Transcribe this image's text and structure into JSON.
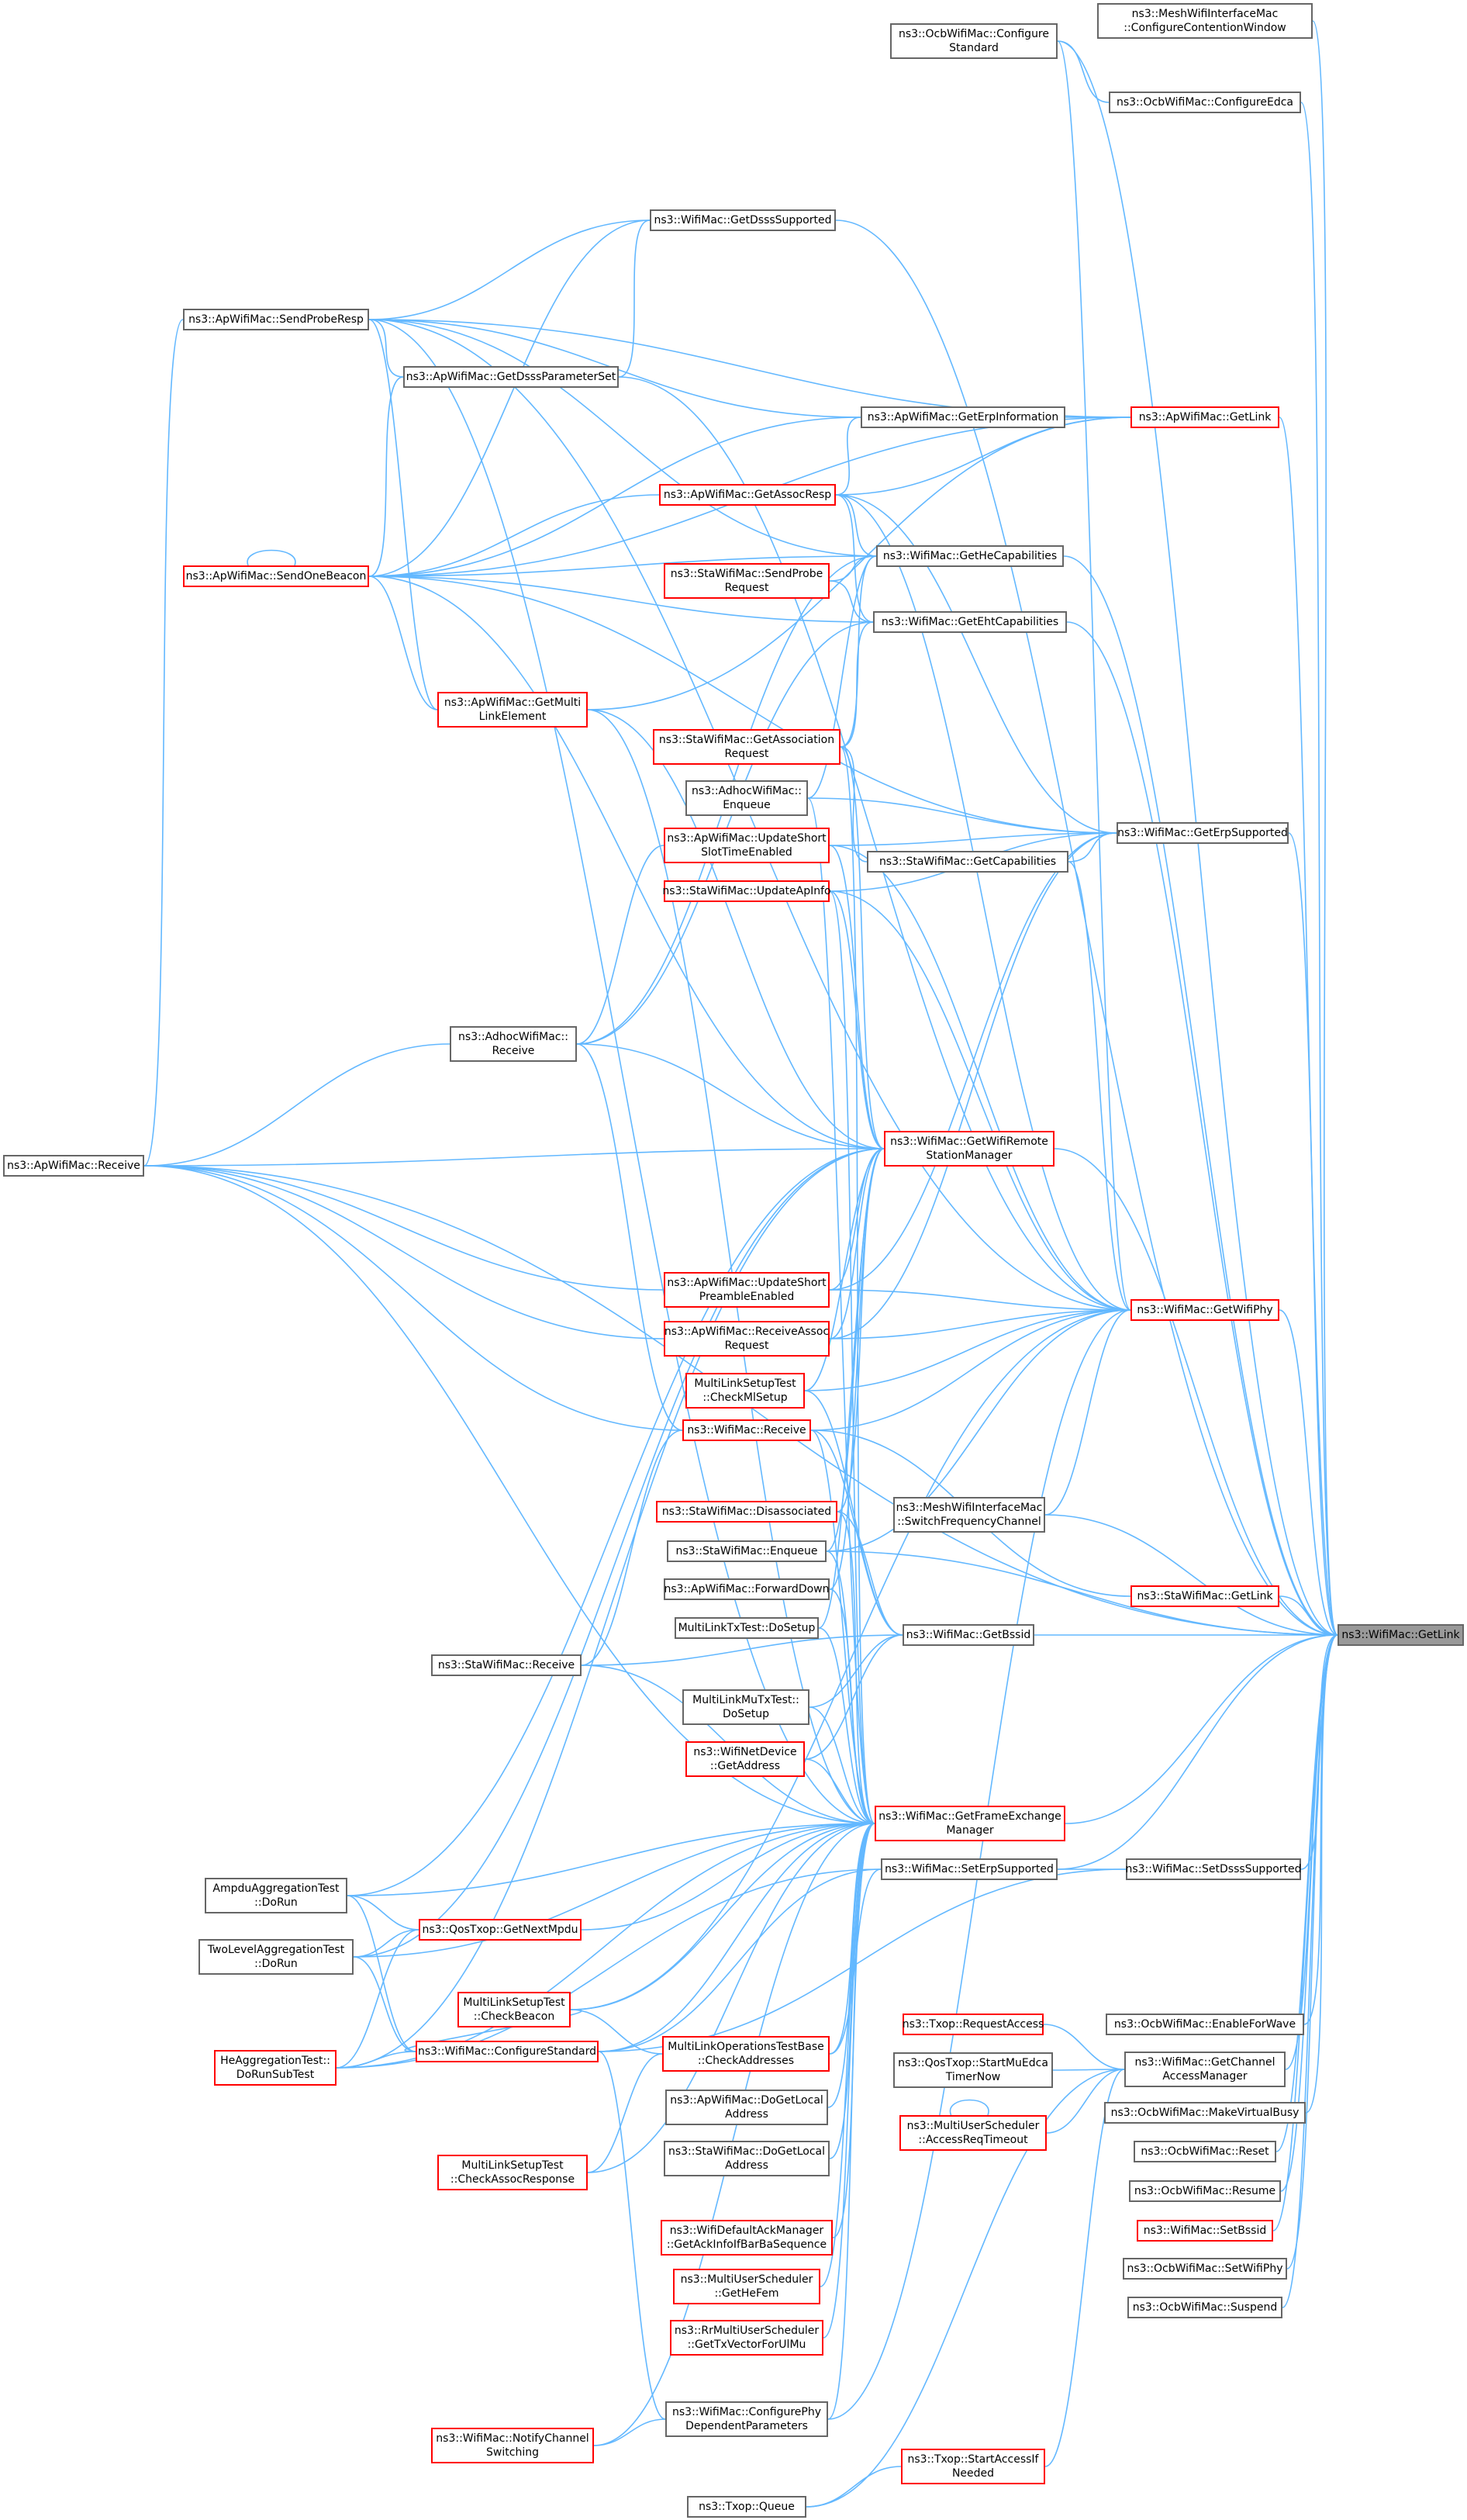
{
  "graph": {
    "edge_color": "#63b8ff",
    "focus_color": "#999999",
    "highlight_border_color": "#ff0000",
    "normal_border_color": "#666666",
    "nodes": {
      "getlink": {
        "label": "ns3::WifiMac::GetLink",
        "style": "focus"
      },
      "mesh_configurecw": {
        "label": "ns3::MeshWifiInterfaceMac\n::ConfigureContentionWindow",
        "style": "normal"
      },
      "ocb_configurestandard": {
        "label": "ns3::OcbWifiMac::Configure\nStandard",
        "style": "normal"
      },
      "ocb_configureedca": {
        "label": "ns3::OcbWifiMac::ConfigureEdca",
        "style": "normal"
      },
      "getdsss": {
        "label": "ns3::WifiMac::GetDsssSupported",
        "style": "normal"
      },
      "sendproberesp": {
        "label": "ns3::ApWifiMac::SendProbeResp",
        "style": "normal"
      },
      "getdssspar": {
        "label": "ns3::ApWifiMac::GetDsssParameterSet",
        "style": "normal"
      },
      "geterpinfo": {
        "label": "ns3::ApWifiMac::GetErpInformation",
        "style": "normal"
      },
      "ap_getlink": {
        "label": "ns3::ApWifiMac::GetLink",
        "style": "highlight"
      },
      "getassocresp": {
        "label": "ns3::ApWifiMac::GetAssocResp",
        "style": "highlight"
      },
      "sendonebeacon": {
        "label": "ns3::ApWifiMac::SendOneBeacon",
        "style": "highlight"
      },
      "sendprobereq": {
        "label": "ns3::StaWifiMac::SendProbe\nRequest",
        "style": "highlight"
      },
      "gethecap": {
        "label": "ns3::WifiMac::GetHeCapabilities",
        "style": "normal"
      },
      "getehtcap": {
        "label": "ns3::WifiMac::GetEhtCapabilities",
        "style": "normal"
      },
      "getmultilink": {
        "label": "ns3::ApWifiMac::GetMulti\nLinkElement",
        "style": "highlight"
      },
      "getassocreq": {
        "label": "ns3::StaWifiMac::GetAssociation\nRequest",
        "style": "highlight"
      },
      "adhoc_enqueue": {
        "label": "ns3::AdhocWifiMac::\nEnqueue",
        "style": "normal"
      },
      "updateshortslot": {
        "label": "ns3::ApWifiMac::UpdateShort\nSlotTimeEnabled",
        "style": "highlight"
      },
      "geterpsupported": {
        "label": "ns3::WifiMac::GetErpSupported",
        "style": "normal"
      },
      "sta_getcap": {
        "label": "ns3::StaWifiMac::GetCapabilities",
        "style": "normal"
      },
      "updateapinfo": {
        "label": "ns3::StaWifiMac::UpdateApInfo",
        "style": "highlight"
      },
      "adhoc_receive": {
        "label": "ns3::AdhocWifiMac::\nReceive",
        "style": "normal"
      },
      "ap_receive": {
        "label": "ns3::ApWifiMac::Receive",
        "style": "normal"
      },
      "getwrsm": {
        "label": "ns3::WifiMac::GetWifiRemote\nStationManager",
        "style": "highlight"
      },
      "updateshortpre": {
        "label": "ns3::ApWifiMac::UpdateShort\nPreambleEnabled",
        "style": "highlight"
      },
      "getwifiphy": {
        "label": "ns3::WifiMac::GetWifiPhy",
        "style": "highlight"
      },
      "receiveassoc": {
        "label": "ns3::ApWifiMac::ReceiveAssoc\nRequest",
        "style": "highlight"
      },
      "checkmlsetup": {
        "label": "MultiLinkSetupTest\n::CheckMlSetup",
        "style": "highlight"
      },
      "wifimac_receive": {
        "label": "ns3::WifiMac::Receive",
        "style": "highlight"
      },
      "mesh_switchfreq": {
        "label": "ns3::MeshWifiInterfaceMac\n::SwitchFrequencyChannel",
        "style": "normal"
      },
      "sta_disassociated": {
        "label": "ns3::StaWifiMac::Disassociated",
        "style": "highlight"
      },
      "sta_enqueue": {
        "label": "ns3::StaWifiMac::Enqueue",
        "style": "normal"
      },
      "ap_forwarddown": {
        "label": "ns3::ApWifiMac::ForwardDown",
        "style": "normal"
      },
      "sta_getlink": {
        "label": "ns3::StaWifiMac::GetLink",
        "style": "highlight"
      },
      "mltx_dosetup": {
        "label": "MultiLinkTxTest::DoSetup",
        "style": "normal"
      },
      "getbssid": {
        "label": "ns3::WifiMac::GetBssid",
        "style": "normal"
      },
      "sta_receive": {
        "label": "ns3::StaWifiMac::Receive",
        "style": "normal"
      },
      "mlmutx_dosetup": {
        "label": "MultiLinkMuTxTest::\nDoSetup",
        "style": "normal"
      },
      "netdev_getaddress": {
        "label": "ns3::WifiNetDevice\n::GetAddress",
        "style": "highlight"
      },
      "getfem": {
        "label": "ns3::WifiMac::GetFrameExchange\nManager",
        "style": "highlight"
      },
      "ampdu_dorun": {
        "label": "AmpduAggregationTest\n::DoRun",
        "style": "normal"
      },
      "seterpsupported": {
        "label": "ns3::WifiMac::SetErpSupported",
        "style": "normal"
      },
      "setdsss": {
        "label": "ns3::WifiMac::SetDsssSupported",
        "style": "normal"
      },
      "twolevel_dorun": {
        "label": "TwoLevelAggregationTest\n::DoRun",
        "style": "normal"
      },
      "qostxop_getnextmpdu": {
        "label": "ns3::QosTxop::GetNextMpdu",
        "style": "highlight"
      },
      "checkbeacon": {
        "label": "MultiLinkSetupTest\n::CheckBeacon",
        "style": "highlight"
      },
      "heagg": {
        "label": "HeAggregationTest::\nDoRunSubTest",
        "style": "highlight"
      },
      "configurestandard": {
        "label": "ns3::WifiMac::ConfigureStandard",
        "style": "highlight"
      },
      "checkaddresses": {
        "label": "MultiLinkOperationsTestBase\n::CheckAddresses",
        "style": "highlight"
      },
      "txop_requestaccess": {
        "label": "ns3::Txop::RequestAccess",
        "style": "highlight"
      },
      "ocb_enableforwave": {
        "label": "ns3::OcbWifiMac::EnableForWave",
        "style": "normal"
      },
      "getcam": {
        "label": "ns3::WifiMac::GetChannel\nAccessManager",
        "style": "normal"
      },
      "qostxop_startmuedca": {
        "label": "ns3::QosTxop::StartMuEdca\nTimerNow",
        "style": "normal"
      },
      "ocb_makevirtualbusy": {
        "label": "ns3::OcbWifiMac::MakeVirtualBusy",
        "style": "normal"
      },
      "ap_dogetlocal": {
        "label": "ns3::ApWifiMac::DoGetLocal\nAddress",
        "style": "normal"
      },
      "mus_accessreqtimeout": {
        "label": "ns3::MultiUserScheduler\n::AccessReqTimeout",
        "style": "highlight"
      },
      "ocb_reset": {
        "label": "ns3::OcbWifiMac::Reset",
        "style": "normal"
      },
      "checkassocresp": {
        "label": "MultiLinkSetupTest\n::CheckAssocResponse",
        "style": "highlight"
      },
      "sta_dogetlocal": {
        "label": "ns3::StaWifiMac::DoGetLocal\nAddress",
        "style": "normal"
      },
      "ocb_resume": {
        "label": "ns3::OcbWifiMac::Resume",
        "style": "normal"
      },
      "setbssid": {
        "label": "ns3::WifiMac::SetBssid",
        "style": "highlight"
      },
      "getackinfo": {
        "label": "ns3::WifiDefaultAckManager\n::GetAckInfoIfBarBaSequence",
        "style": "highlight"
      },
      "ocb_setwifiphy": {
        "label": "ns3::OcbWifiMac::SetWifiPhy",
        "style": "normal"
      },
      "mus_gethefem": {
        "label": "ns3::MultiUserScheduler\n::GetHeFem",
        "style": "highlight"
      },
      "ocb_suspend": {
        "label": "ns3::OcbWifiMac::Suspend",
        "style": "normal"
      },
      "rr_gettxvector": {
        "label": "ns3::RrMultiUserScheduler\n::GetTxVectorForUlMu",
        "style": "highlight"
      },
      "notifychswitch": {
        "label": "ns3::WifiMac::NotifyChannel\nSwitching",
        "style": "highlight"
      },
      "configurephydep": {
        "label": "ns3::WifiMac::ConfigurePhy\nDependentParameters",
        "style": "normal"
      },
      "txop_startaccessif": {
        "label": "ns3::Txop::StartAccessIf\nNeeded",
        "style": "highlight"
      },
      "txop_queue": {
        "label": "ns3::Txop::Queue",
        "style": "normal"
      }
    },
    "edges": [
      [
        "getlink",
        "mesh_configurecw"
      ],
      [
        "getlink",
        "ocb_configurestandard"
      ],
      [
        "getlink",
        "ocb_configureedca"
      ],
      [
        "getlink",
        "getdsss"
      ],
      [
        "getlink",
        "ap_getlink"
      ],
      [
        "getlink",
        "gethecap"
      ],
      [
        "getlink",
        "getehtcap"
      ],
      [
        "getlink",
        "geterpsupported"
      ],
      [
        "getlink",
        "getwrsm"
      ],
      [
        "getlink",
        "getwifiphy"
      ],
      [
        "getlink",
        "mesh_switchfreq"
      ],
      [
        "getlink",
        "sta_getlink"
      ],
      [
        "getlink",
        "getbssid"
      ],
      [
        "getlink",
        "getfem"
      ],
      [
        "getlink",
        "seterpsupported"
      ],
      [
        "getlink",
        "setdsss"
      ],
      [
        "getlink",
        "ocb_enableforwave"
      ],
      [
        "getlink",
        "getcam"
      ],
      [
        "getlink",
        "ocb_makevirtualbusy"
      ],
      [
        "getlink",
        "ocb_reset"
      ],
      [
        "getlink",
        "ocb_resume"
      ],
      [
        "getlink",
        "setbssid"
      ],
      [
        "getlink",
        "ocb_setwifiphy"
      ],
      [
        "getlink",
        "ocb_suspend"
      ],
      [
        "getlink",
        "sta_enqueue"
      ],
      [
        "getlink",
        "ap_receive"
      ],
      [
        "ocb_configureedca",
        "ocb_configurestandard"
      ],
      [
        "getdsss",
        "sendproberesp"
      ],
      [
        "getdsss",
        "getdssspar"
      ],
      [
        "getdsss",
        "sendonebeacon"
      ],
      [
        "getdssspar",
        "sendproberesp"
      ],
      [
        "getdssspar",
        "sendonebeacon"
      ],
      [
        "ap_getlink",
        "sendproberesp"
      ],
      [
        "ap_getlink",
        "geterpinfo"
      ],
      [
        "ap_getlink",
        "sendonebeacon"
      ],
      [
        "ap_getlink",
        "getassocresp"
      ],
      [
        "ap_getlink",
        "getmultilink"
      ],
      [
        "geterpinfo",
        "sendproberesp"
      ],
      [
        "geterpinfo",
        "sendonebeacon"
      ],
      [
        "geterpinfo",
        "getassocresp"
      ],
      [
        "getassocresp",
        "sendonebeacon"
      ],
      [
        "sendonebeacon",
        "sendonebeacon"
      ],
      [
        "sendproberesp",
        "ap_receive"
      ],
      [
        "gethecap",
        "getassocresp"
      ],
      [
        "gethecap",
        "sendprobereq"
      ],
      [
        "gethecap",
        "getassocreq"
      ],
      [
        "gethecap",
        "sendproberesp"
      ],
      [
        "gethecap",
        "sendonebeacon"
      ],
      [
        "gethecap",
        "adhoc_enqueue"
      ],
      [
        "gethecap",
        "adhoc_receive"
      ],
      [
        "getehtcap",
        "sendonebeacon"
      ],
      [
        "getehtcap",
        "getassocresp"
      ],
      [
        "getehtcap",
        "getassocreq"
      ],
      [
        "getehtcap",
        "sendprobereq"
      ],
      [
        "getehtcap",
        "adhoc_receive"
      ],
      [
        "getmultilink",
        "sendproberesp"
      ],
      [
        "getmultilink",
        "sendonebeacon"
      ],
      [
        "geterpsupported",
        "sendonebeacon"
      ],
      [
        "geterpsupported",
        "sta_getcap"
      ],
      [
        "geterpsupported",
        "updateapinfo"
      ],
      [
        "geterpsupported",
        "updateshortslot"
      ],
      [
        "geterpsupported",
        "getassocresp"
      ],
      [
        "geterpsupported",
        "updateshortpre"
      ],
      [
        "geterpsupported",
        "receiveassoc"
      ],
      [
        "geterpsupported",
        "adhoc_enqueue"
      ],
      [
        "sta_getcap",
        "getassocreq"
      ],
      [
        "updateshortslot",
        "adhoc_receive"
      ],
      [
        "adhoc_receive",
        "ap_receive"
      ],
      [
        "getwrsm",
        "ap_receive"
      ],
      [
        "getwrsm",
        "adhoc_receive"
      ],
      [
        "getwrsm",
        "sendonebeacon"
      ],
      [
        "getwrsm",
        "updateshortslot"
      ],
      [
        "getwrsm",
        "updateapinfo"
      ],
      [
        "getwrsm",
        "getassocreq"
      ],
      [
        "getwrsm",
        "ampdu_dorun"
      ],
      [
        "getwrsm",
        "twolevel_dorun"
      ],
      [
        "getwrsm",
        "heagg"
      ],
      [
        "getwrsm",
        "checkmlsetup"
      ],
      [
        "getwrsm",
        "updateshortpre"
      ],
      [
        "getwrsm",
        "receiveassoc"
      ],
      [
        "getwrsm",
        "sta_disassociated"
      ],
      [
        "getwrsm",
        "sta_enqueue"
      ],
      [
        "getwrsm",
        "ap_forwarddown"
      ],
      [
        "getwrsm",
        "mltx_dosetup"
      ],
      [
        "getwrsm",
        "getmultilink"
      ],
      [
        "getwifiphy",
        "updateshortpre"
      ],
      [
        "getwifiphy",
        "receiveassoc"
      ],
      [
        "getwifiphy",
        "checkmlsetup"
      ],
      [
        "getwifiphy",
        "wifimac_receive"
      ],
      [
        "getwifiphy",
        "mesh_switchfreq"
      ],
      [
        "getwifiphy",
        "sta_enqueue"
      ],
      [
        "getwifiphy",
        "updateapinfo"
      ],
      [
        "getwifiphy",
        "sta_getcap"
      ],
      [
        "getwifiphy",
        "updateshortslot"
      ],
      [
        "getwifiphy",
        "getassocresp"
      ],
      [
        "getwifiphy",
        "sendproberesp"
      ],
      [
        "getwifiphy",
        "getdssspar"
      ],
      [
        "getwifiphy",
        "ocb_configurestandard"
      ],
      [
        "getwifiphy",
        "configurephydep"
      ],
      [
        "getwifiphy",
        "checkbeacon"
      ],
      [
        "updateshortpre",
        "ap_receive"
      ],
      [
        "receiveassoc",
        "ap_receive"
      ],
      [
        "wifimac_receive",
        "ap_receive"
      ],
      [
        "wifimac_receive",
        "adhoc_receive"
      ],
      [
        "wifimac_receive",
        "sta_receive"
      ],
      [
        "sta_getlink",
        "wifimac_receive"
      ],
      [
        "getbssid",
        "sta_receive"
      ],
      [
        "getbssid",
        "wifimac_receive"
      ],
      [
        "getbssid",
        "sta_disassociated"
      ],
      [
        "getbssid",
        "netdev_getaddress"
      ],
      [
        "getbssid",
        "mlmutx_dosetup"
      ],
      [
        "getbssid",
        "checkmlsetup"
      ],
      [
        "getfem",
        "ap_receive"
      ],
      [
        "getfem",
        "sta_receive"
      ],
      [
        "getfem",
        "ampdu_dorun"
      ],
      [
        "getfem",
        "twolevel_dorun"
      ],
      [
        "getfem",
        "heagg"
      ],
      [
        "getfem",
        "netdev_getaddress"
      ],
      [
        "getfem",
        "checkaddresses"
      ],
      [
        "getfem",
        "checkbeacon"
      ],
      [
        "getfem",
        "checkassocresp"
      ],
      [
        "getfem",
        "ap_dogetlocal"
      ],
      [
        "getfem",
        "sta_dogetlocal"
      ],
      [
        "getfem",
        "getackinfo"
      ],
      [
        "getfem",
        "mus_gethefem"
      ],
      [
        "getfem",
        "rr_gettxvector"
      ],
      [
        "getfem",
        "notifychswitch"
      ],
      [
        "getfem",
        "configurephydep"
      ],
      [
        "getfem",
        "sta_disassociated"
      ],
      [
        "getfem",
        "sta_enqueue"
      ],
      [
        "getfem",
        "ap_forwarddown"
      ],
      [
        "getfem",
        "mltx_dosetup"
      ],
      [
        "getfem",
        "mlmutx_dosetup"
      ],
      [
        "getfem",
        "wifimac_receive"
      ],
      [
        "getfem",
        "qostxop_getnextmpdu"
      ],
      [
        "getfem",
        "configurestandard"
      ],
      [
        "getfem",
        "getmultilink"
      ],
      [
        "getfem",
        "getassocreq"
      ],
      [
        "getfem",
        "adhoc_enqueue"
      ],
      [
        "getfem",
        "updateapinfo"
      ],
      [
        "getfem",
        "sendproberesp"
      ],
      [
        "seterpsupported",
        "configurestandard"
      ],
      [
        "seterpsupported",
        "checkaddresses"
      ],
      [
        "seterpsupported",
        "heagg"
      ],
      [
        "setdsss",
        "seterpsupported"
      ],
      [
        "setdsss",
        "configurestandard"
      ],
      [
        "qostxop_getnextmpdu",
        "ampdu_dorun"
      ],
      [
        "qostxop_getnextmpdu",
        "twolevel_dorun"
      ],
      [
        "qostxop_getnextmpdu",
        "heagg"
      ],
      [
        "configurestandard",
        "heagg"
      ],
      [
        "configurestandard",
        "ampdu_dorun"
      ],
      [
        "configurestandard",
        "twolevel_dorun"
      ],
      [
        "configurestandard",
        "checkbeacon"
      ],
      [
        "checkaddresses",
        "checkbeacon"
      ],
      [
        "checkaddresses",
        "checkassocresp"
      ],
      [
        "getcam",
        "txop_requestaccess"
      ],
      [
        "getcam",
        "qostxop_startmuedca"
      ],
      [
        "getcam",
        "mus_accessreqtimeout"
      ],
      [
        "getcam",
        "txop_startaccessif"
      ],
      [
        "getcam",
        "txop_queue"
      ],
      [
        "mus_accessreqtimeout",
        "mus_accessreqtimeout"
      ],
      [
        "txop_startaccessif",
        "txop_queue"
      ],
      [
        "configurephydep",
        "notifychswitch"
      ],
      [
        "configurephydep",
        "configurestandard"
      ]
    ]
  }
}
